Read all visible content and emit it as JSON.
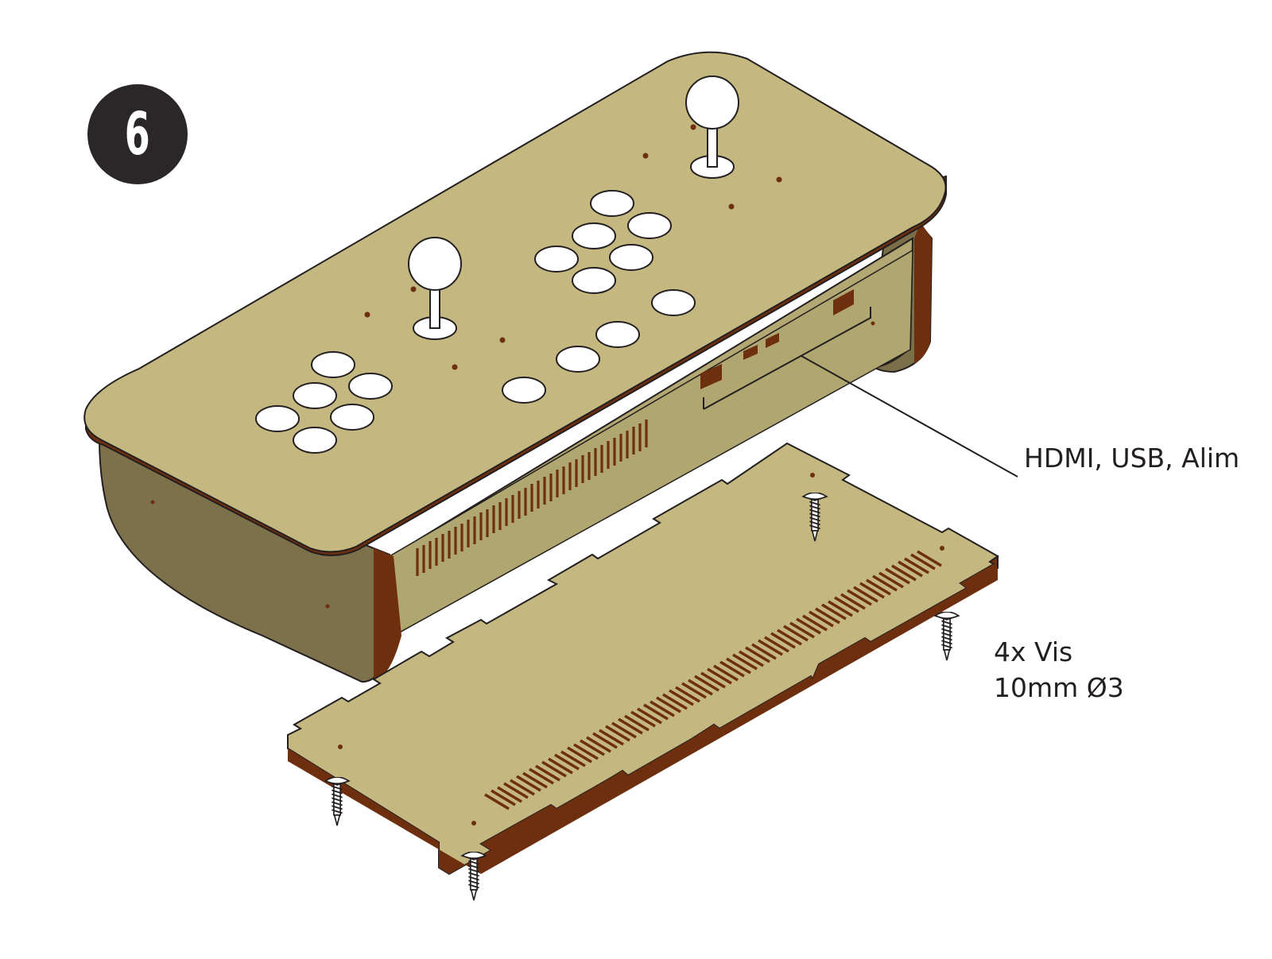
{
  "step": {
    "number": "6"
  },
  "callouts": {
    "ports": "HDMI, USB, Alim",
    "screws_line1": "4x Vis",
    "screws_line2": "10mm Ø3"
  },
  "colors": {
    "wood_face": "#c4b880",
    "wood_edge": "#6e2f0f",
    "side_shadow": "#7c714b",
    "inner_panel": "#b0a66f",
    "button_fill": "#ffffff",
    "outline": "#231f20",
    "badge": "#2b2627"
  },
  "icons": {
    "screw": "screw-icon",
    "joystick": "joystick-icon",
    "button": "arcade-button-icon"
  }
}
